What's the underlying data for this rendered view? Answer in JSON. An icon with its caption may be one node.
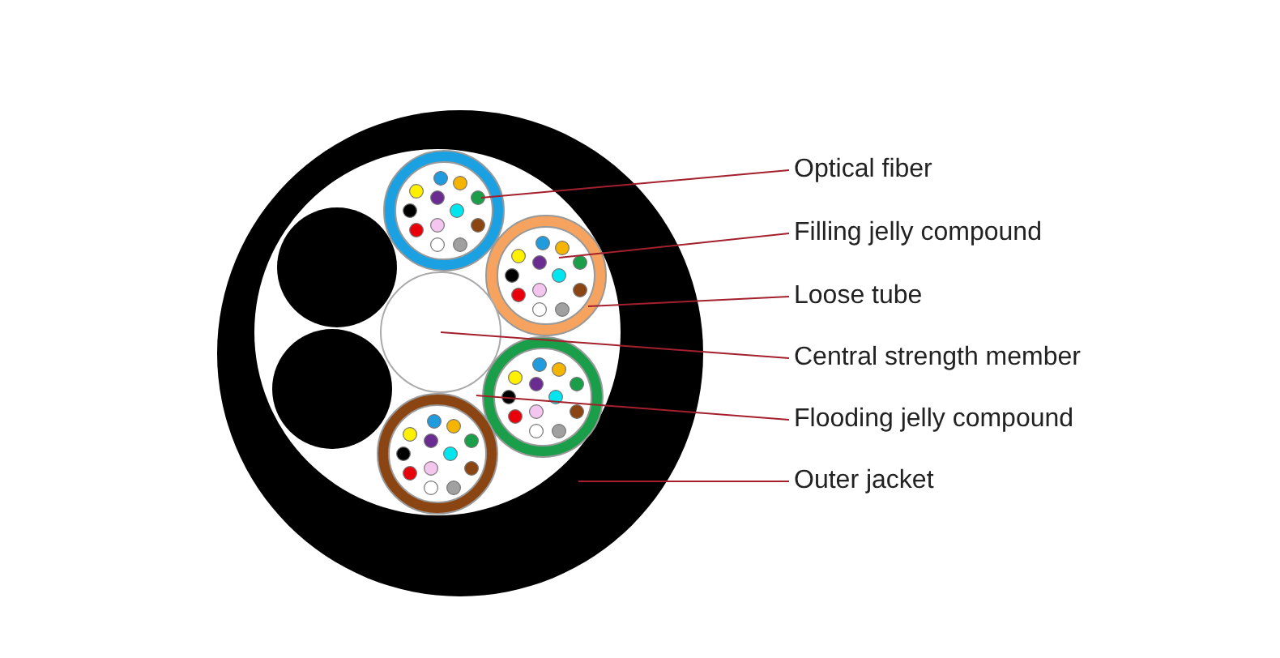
{
  "diagram": {
    "nodes": [
      {
        "text": [
          "Optical fiber"
        ]
      },
      {
        "text": [
          "Filling jelly compound"
        ]
      },
      {
        "text": [
          "Loose tube"
        ]
      },
      {
        "text": [
          "Central strength member"
        ]
      },
      {
        "text": [
          "Flooding jelly compound"
        ]
      },
      {
        "text": [
          "Outer jacket"
        ]
      },
      {
        "text": [],
        "shape": "circle",
        "in": 15
      },
      {
        "text": [],
        "shape": "circle",
        "in": 8
      },
      {
        "text": [],
        "shape": "circle",
        "in": 10
      },
      {
        "text": [],
        "shape": "circle",
        "in": 10
      },
      {
        "text": [],
        "shape": "circle",
        "in": 11
      },
      {
        "text": [],
        "shape": "circle"
      },
      {
        "text": [],
        "shape": "circle",
        "in": 10
      },
      {
        "text": [],
        "shape": "circle",
        "in": 10
      },
      {
        "text": [],
        "shape": "circle",
        "in": 10
      },
      {
        "text": [],
        "shape": "circle",
        "in": 14
      },
      {
        "text": [],
        "shape": "circle",
        "in": 10
      },
      {
        "text": [],
        "shape": "circle",
        "in": 16
      },
      {
        "text": [],
        "shape": "circle",
        "in": 10
      },
      {
        "text": [],
        "shape": "circle",
        "in": 18
      }
    ],
    "edges": [
      {
        "from": 0,
        "to": 6,
        "arrow": "none"
      },
      {
        "from": 1,
        "to": 7,
        "arrow": "none"
      },
      {
        "from": 2,
        "to": 8,
        "arrow": "none"
      },
      {
        "from": 3,
        "to": 9,
        "arrow": "none"
      },
      {
        "from": 4,
        "to": 10,
        "arrow": "none"
      },
      {
        "from": 5,
        "to": 11,
        "arrow": "none"
      }
    ]
  }
}
